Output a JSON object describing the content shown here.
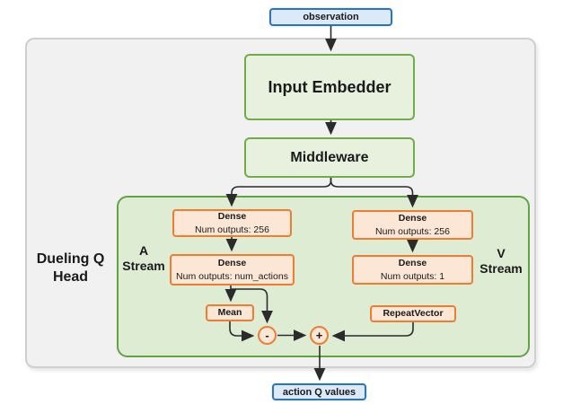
{
  "diagram": {
    "title": "Dueling Q Head network diagram",
    "colors": {
      "io_border": "#2E75B6",
      "io_fill": "#DBE9F8",
      "green_border": "#70AD47",
      "green_fill": "#E7F1DE",
      "container_green_fill": "#DFECD4",
      "orange_border": "#ED7D31",
      "orange_fill": "#FCE6D5",
      "frame_fill": "#F1F1F2",
      "wire": "#2B2B2B"
    },
    "nodes": {
      "observation": "observation",
      "input_embedder": "Input Embedder",
      "middleware": "Middleware",
      "dueling_label": "Dueling Q Head",
      "a_stream": "A Stream",
      "v_stream": "V Stream",
      "dense_a1": {
        "title": "Dense",
        "subtitle": "Num outputs: 256"
      },
      "dense_a2": {
        "title": "Dense",
        "subtitle": "Num outputs: num_actions"
      },
      "dense_v1": {
        "title": "Dense",
        "subtitle": "Num outputs: 256"
      },
      "dense_v2": {
        "title": "Dense",
        "subtitle": "Num outputs: 1"
      },
      "mean": "Mean",
      "repeat_vector": "RepeatVector",
      "minus_op": "-",
      "plus_op": "+",
      "action_q_values": "action Q values"
    }
  }
}
